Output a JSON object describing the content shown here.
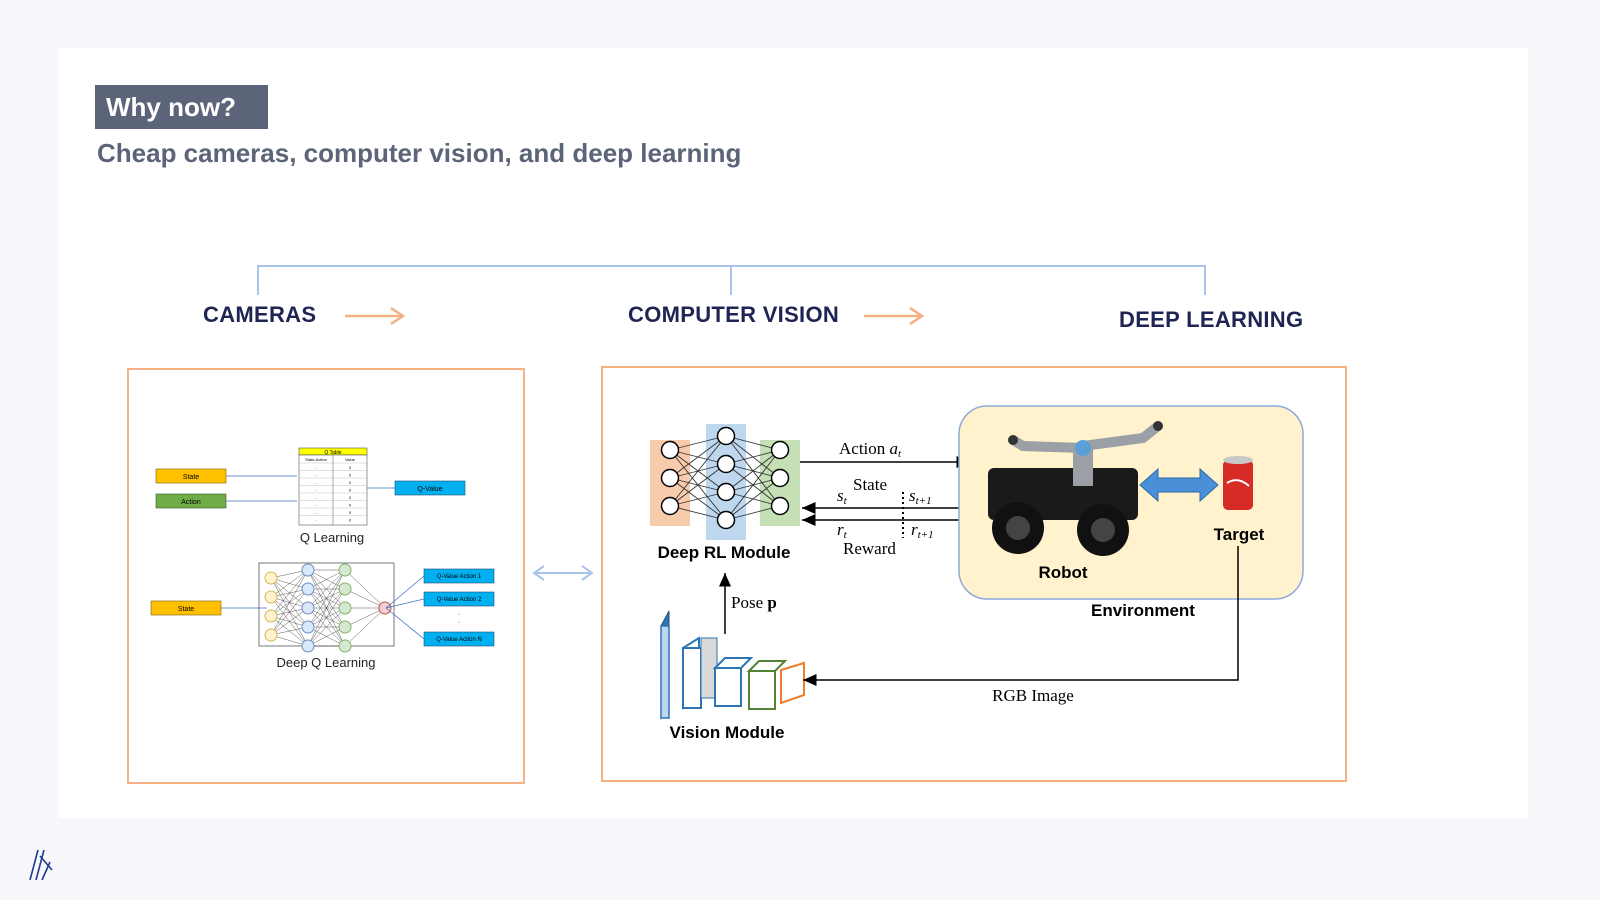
{
  "header": {
    "tag": "Why now?",
    "subtitle": "Cheap cameras, computer vision, and deep learning"
  },
  "stages": [
    "CAMERAS",
    "COMPUTER VISION",
    "DEEP LEARNING"
  ],
  "left_panel": {
    "q_table_title": "Q Table",
    "q_table_headers": [
      "State-Action",
      "Value"
    ],
    "q_table_rows": [
      [
        "-",
        "0"
      ],
      [
        "-",
        "0"
      ],
      [
        "-",
        "0"
      ],
      [
        "-",
        "0"
      ],
      [
        "-",
        "0"
      ],
      [
        "-",
        "0"
      ],
      [
        "-",
        "0"
      ],
      [
        "-",
        "0"
      ]
    ],
    "state": "State",
    "action": "Action",
    "q_value": "Q-Value",
    "q_learning": "Q Learning",
    "deep_state": "State",
    "q_value_action_1": "Q-Value Action 1",
    "q_value_action_2": "Q-Value Action 2",
    "q_value_action_n": "Q-Value Action N",
    "deep_q_learning": "Deep Q Learning"
  },
  "right_panel": {
    "deep_rl_module": "Deep RL Module",
    "action": "Action",
    "action_sym": "a",
    "action_sub": "t",
    "state": "State",
    "s_t": "s",
    "s_t_sub": "t",
    "s_t1": "s",
    "s_t1_sub": "t+1",
    "r_t": "r",
    "r_t_sub": "t",
    "r_t1": "r",
    "r_t1_sub": "t+1",
    "reward": "Reward",
    "robot": "Robot",
    "target": "Target",
    "environment": "Environment",
    "pose": "Pose",
    "pose_sym": "p",
    "vision_module": "Vision Module",
    "rgb_image": "RGB Image"
  },
  "colors": {
    "tag_bg": "#5b6478",
    "stage_text": "#1f2552",
    "panel_border": "#f4b183",
    "bracket": "#a9c4ea",
    "env_bg": "#fff2cc",
    "env_border": "#8eaadb"
  },
  "icons": [
    "arrow-right-icon",
    "double-arrow-icon",
    "logo-icon"
  ]
}
